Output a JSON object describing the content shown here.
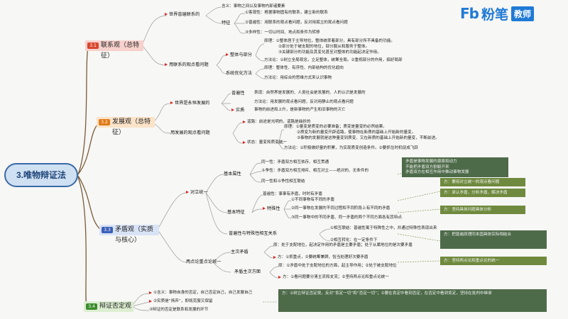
{
  "brand": {
    "mark": "Fb",
    "name": "粉笔",
    "tag": "教师"
  },
  "root": "3.唯物辩证法",
  "main": [
    {
      "num": "3.1",
      "label": "联系观（总特征）",
      "color": "#f7d1cc",
      "num_color": "#d8452e"
    },
    {
      "num": "3.2",
      "label": "发展观（总特征）",
      "color": "#fbe3c8",
      "num_color": "#e07b18"
    },
    {
      "num": "3.3",
      "label": "矛盾观（实质与核心）",
      "color": "#d8e3f6",
      "num_color": "#3b5fb7"
    },
    {
      "num": "3.4",
      "label": "辩证否定观",
      "color": "#dbeed0",
      "num_color": "#3c8c2d"
    }
  ],
  "lianxi": {
    "pubian": "世界普遍联系的",
    "neihan": "含义：事物之间以及事物内部诸要素",
    "tezheng": "特征",
    "t1": "①客观性：根据事物固有的联系，建立新的联系",
    "t2": "②普遍性：用联系的观点看问题，反对用孤立的观点看问题",
    "t3": "③多样性：一切以时间、地点和条件为转移",
    "yong": "用联系的观点看问题",
    "zhengti": "整体与部分",
    "z1": "原理：①整体居于主导地位，整体统率着部分，具有部分所不具备的功能。",
    "z2": "②部分处于被支配的地位，部分服从和服务于整体。",
    "z3": "③关键部分的功能及其变化甚至对整体的功能起决定作用。",
    "z4": "方法论：①树立全局观念，立足整体，统筹全局。②重视部分的作用，搞好局部",
    "xitong": "系统优化方法",
    "x1": "原理：整体性、有序性、内部结构的优化趋向",
    "x2": "方法论：用综合的思维方式来认识事物"
  },
  "fazhan": {
    "shijie": "世界是永恒发展的",
    "pubianxing": "普遍性",
    "p1": "表现：自然界是发展的、人类社会是发展的、人的认识是发展的",
    "fangfa": "方法论：用发展的观点看问题，反对用静止的观点看问题",
    "shizhi": "实质",
    "shizhi_txt": "事物的前进和上升，是新事物的产生和旧事物的灭亡",
    "yong": "用发展的观点看问题",
    "daolu": "道路：前途是光明的，道路是曲折的",
    "zhuangtai": "状态：量变和质变统一",
    "zt1": "原理：①量变是质变的必要准备；质变是量变的必然结果。",
    "zt2": "②质变为新的量变开辟道路，使事物在新质的基础上开始新的量变。",
    "zt3": "③事物的发展就是这种量变到质变、又在新质的基础上开始新的量变，不断前进。",
    "zt4": "方法论：①积极做好量的积累，为实现质变创造条件。②要抓住时机促成飞跃"
  },
  "maodun": {
    "duili": "对立统一",
    "jiben": "基本属性",
    "j1": "同一性：矛盾双方相互依存、相互贯通",
    "j2": "斗争性：矛盾双方相互排斥、相互对立——绝对的、无条件的",
    "j3": "同一性和斗争性相互联结",
    "jiben_note_1": "矛盾是事物发展的源泉和动力",
    "jiben_note_2": "不能把矛盾双方割裂开来",
    "jiben_note_3": "矛盾双方在相互作用中推动事物发展",
    "fenxi": "方：要用对立统一的观点看问题",
    "pubian": "普遍性：事事有矛盾，时时有矛盾",
    "pubian_note": "方：承认矛盾，分析矛盾，解决矛盾",
    "jiben_tz": "基本特征",
    "tesu": "特殊性",
    "ts1": "①不同事物有不同的矛盾",
    "ts2": "②同一事物在发展的不同过程和不同阶段上有不同的矛盾",
    "ts3": "③同一事物中的不同矛盾、同一矛盾的两个不同方面各有其特点",
    "tesu_note": "方：坚持具体问题具体分析",
    "guanxi": "普遍性与特殊性相互关系",
    "g1": "①相互联结：普遍性寓于特殊性之中，并通过特殊性表现出来",
    "g2": "②相互转化：在一定条件下",
    "guanxi_note": "方：把普遍原理同本国具体实际相结合",
    "liangdian": "两点论重点论统一",
    "zhuci": "主次矛盾",
    "zc1": "原：处于支配地位，起决定作用的矛盾是主要矛盾；处于从属地位的是次要矛盾",
    "zc2": "方：①抓重点，②要统筹兼顾，恰当处理好次要矛盾",
    "zhuyao": "矛盾主次方面",
    "zy1": "原：①矛盾中处于支配地位的方面，起主导作用；②处于被支配地位",
    "zy2": "方：①看问题要分清主流和支流；②坚持两点论和重点论统一",
    "liangdian_note": "方：坚持两点论和重点论的统一"
  },
  "fouding": {
    "hanyi": "①含义：事物自身的否定，自己否定自己，自己发展自己",
    "shizhi": "②实质是“扬弃”，即既克服又保留",
    "guanjian": "③辩证的否定是联系和发展的环节",
    "note": "方：①树立辩证否定观，反对“肯定一切”和“否定一切”；②要在肯定中看到否定，在否定中看到肯定，坚持在批判中继承"
  }
}
